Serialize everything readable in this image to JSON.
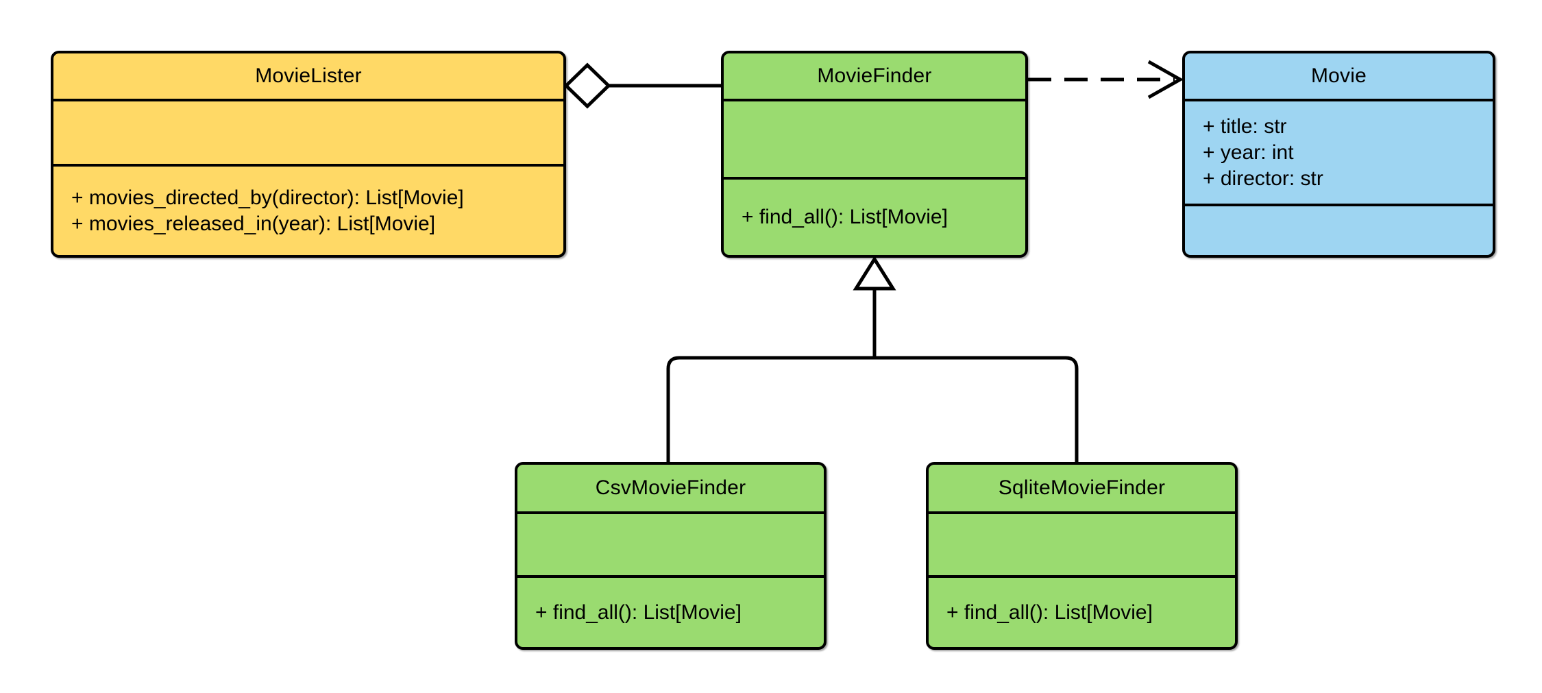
{
  "classes": {
    "movie_lister": {
      "name": "MovieLister",
      "attributes": [],
      "methods": [
        "+ movies_directed_by(director): List[Movie]",
        "+ movies_released_in(year): List[Movie]"
      ]
    },
    "movie_finder": {
      "name": "MovieFinder",
      "attributes": [],
      "methods": [
        "+ find_all(): List[Movie]"
      ]
    },
    "movie": {
      "name": "Movie",
      "attributes": [
        "+ title: str",
        "+ year: int",
        "+ director: str"
      ],
      "methods": []
    },
    "csv_movie_finder": {
      "name": "CsvMovieFinder",
      "attributes": [],
      "methods": [
        "+ find_all(): List[Movie]"
      ]
    },
    "sqlite_movie_finder": {
      "name": "SqliteMovieFinder",
      "attributes": [],
      "methods": [
        "+ find_all(): List[Movie]"
      ]
    }
  },
  "relationships": [
    {
      "type": "aggregation",
      "from": "MovieLister",
      "to": "MovieFinder",
      "marker": "hollow-diamond",
      "line": "solid"
    },
    {
      "type": "dependency",
      "from": "MovieFinder",
      "to": "Movie",
      "marker": "open-arrow",
      "line": "dashed"
    },
    {
      "type": "generalization",
      "from": "CsvMovieFinder",
      "to": "MovieFinder",
      "marker": "hollow-triangle",
      "line": "solid"
    },
    {
      "type": "generalization",
      "from": "SqliteMovieFinder",
      "to": "MovieFinder",
      "marker": "hollow-triangle",
      "line": "solid"
    }
  ],
  "colors": {
    "movie_lister_fill": "#FFD966",
    "movie_finder_fill": "#9ADB70",
    "movie_fill": "#9ED5F2",
    "stroke": "#000000",
    "background": "#FFFFFF"
  }
}
